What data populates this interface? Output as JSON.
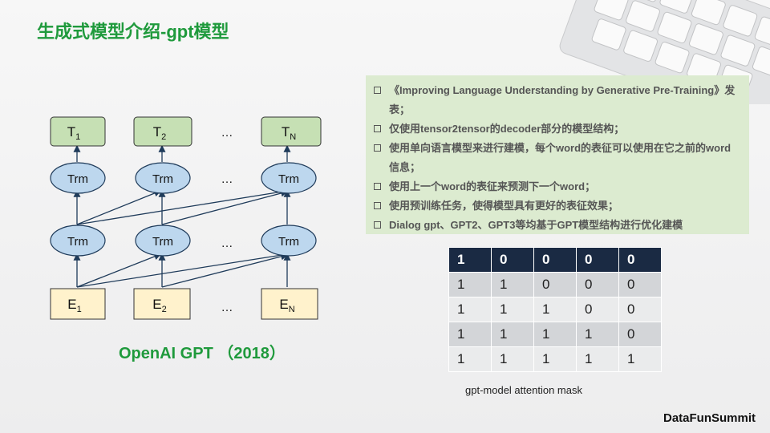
{
  "title": "生成式模型介绍-gpt模型",
  "diagram": {
    "outputs": [
      "T",
      "T",
      "T"
    ],
    "output_subs": [
      "1",
      "2",
      "N"
    ],
    "layer2": [
      "Trm",
      "Trm",
      "Trm"
    ],
    "layer1": [
      "Trm",
      "Trm",
      "Trm"
    ],
    "inputs": [
      "E",
      "E",
      "E"
    ],
    "input_subs": [
      "1",
      "2",
      "N"
    ],
    "ellipsis": "…"
  },
  "caption": "OpenAI GPT （2018）",
  "notes": [
    "《Improving Language Understanding by Generative Pre-Training》发表；",
    "仅使用tensor2tensor的decoder部分的模型结构；",
    "使用单向语言模型来进行建模，每个word的表征可以使用在它之前的word信息；",
    "使用上一个word的表征来预测下一个word；",
    "使用预训练任务，使得模型具有更好的表征效果；",
    "Dialog gpt、GPT2、GPT3等均基于GPT模型结构进行优化建模"
  ],
  "mask": [
    [
      "1",
      "0",
      "0",
      "0",
      "0"
    ],
    [
      "1",
      "1",
      "0",
      "0",
      "0"
    ],
    [
      "1",
      "1",
      "1",
      "0",
      "0"
    ],
    [
      "1",
      "1",
      "1",
      "1",
      "0"
    ],
    [
      "1",
      "1",
      "1",
      "1",
      "1"
    ]
  ],
  "mask_caption": "gpt-model attention mask",
  "brand": "DataFunSummit",
  "colors": {
    "title": "#1f9a3c",
    "output_box": "#c6e0b4",
    "trm": "#bdd7ee",
    "input_box": "#fff2cc",
    "notes_bg": "#dcebd0",
    "mask_header": "#1a2a43"
  }
}
